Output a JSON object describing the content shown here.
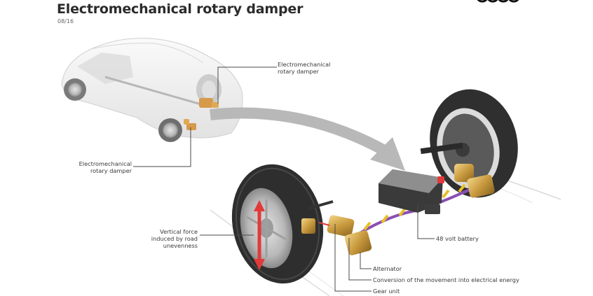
{
  "header": {
    "title": "Electromechanical rotary damper",
    "date": "08/16",
    "logo": "four-rings-logo"
  },
  "labels": {
    "damper_top_line1": "Electromechanical",
    "damper_top_line2": "rotary damper",
    "damper_left_line1": "Electromechanical",
    "damper_left_line2": "rotary damper",
    "force_line1": "Vertical force",
    "force_line2": "induced by road",
    "force_line3": "unevenness",
    "battery": "48 volt battery",
    "alternator": "Alternator",
    "conversion": "Conversion of the movement into electrical energy",
    "gear_unit": "Gear unit"
  },
  "colors": {
    "damper": "#c9a04a",
    "arrow": "#b5b5b5",
    "force_arrow": "#e23a3a",
    "cable": "#8a4fb5",
    "cable_wrap": "#e8c02a",
    "tire": "#2e2e2e",
    "leader": "#4a4a4a"
  }
}
